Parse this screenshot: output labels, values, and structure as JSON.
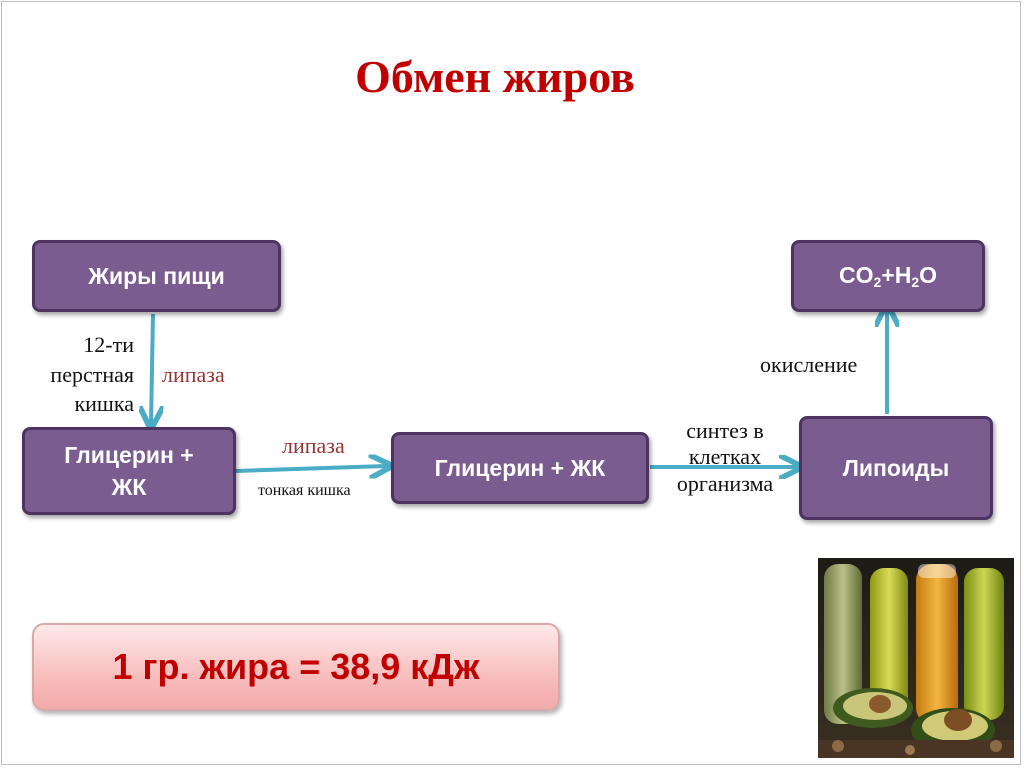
{
  "title": "Обмен жиров",
  "boxes": {
    "food_fats": "Жиры пищи",
    "glycerol_fa_1_line1": "Глицерин +",
    "glycerol_fa_1_line2": "ЖК",
    "glycerol_fa_2": "Глицерин + ЖК",
    "lipoids": "Липоиды",
    "end_products": {
      "co": "CO",
      "sub1": "2",
      "plus_h": "+H",
      "sub2": "2",
      "o": "O"
    }
  },
  "labels": {
    "duodenum": [
      "12-ти",
      "перстная",
      "кишка"
    ],
    "lipase_1": "липаза",
    "lipase_2": "липаза",
    "small_intestine": "тонкая кишка",
    "synthesis": [
      "синтез в",
      "клетках",
      "организма"
    ],
    "oxidation": "окисление"
  },
  "energy": "1 гр. жира = 38,9 кДж",
  "colors": {
    "box_fill": "#7b5c91",
    "box_border": "#4d3461",
    "arrow": "#4bacc6",
    "title": "#c00000",
    "enzyme": "#953734"
  }
}
